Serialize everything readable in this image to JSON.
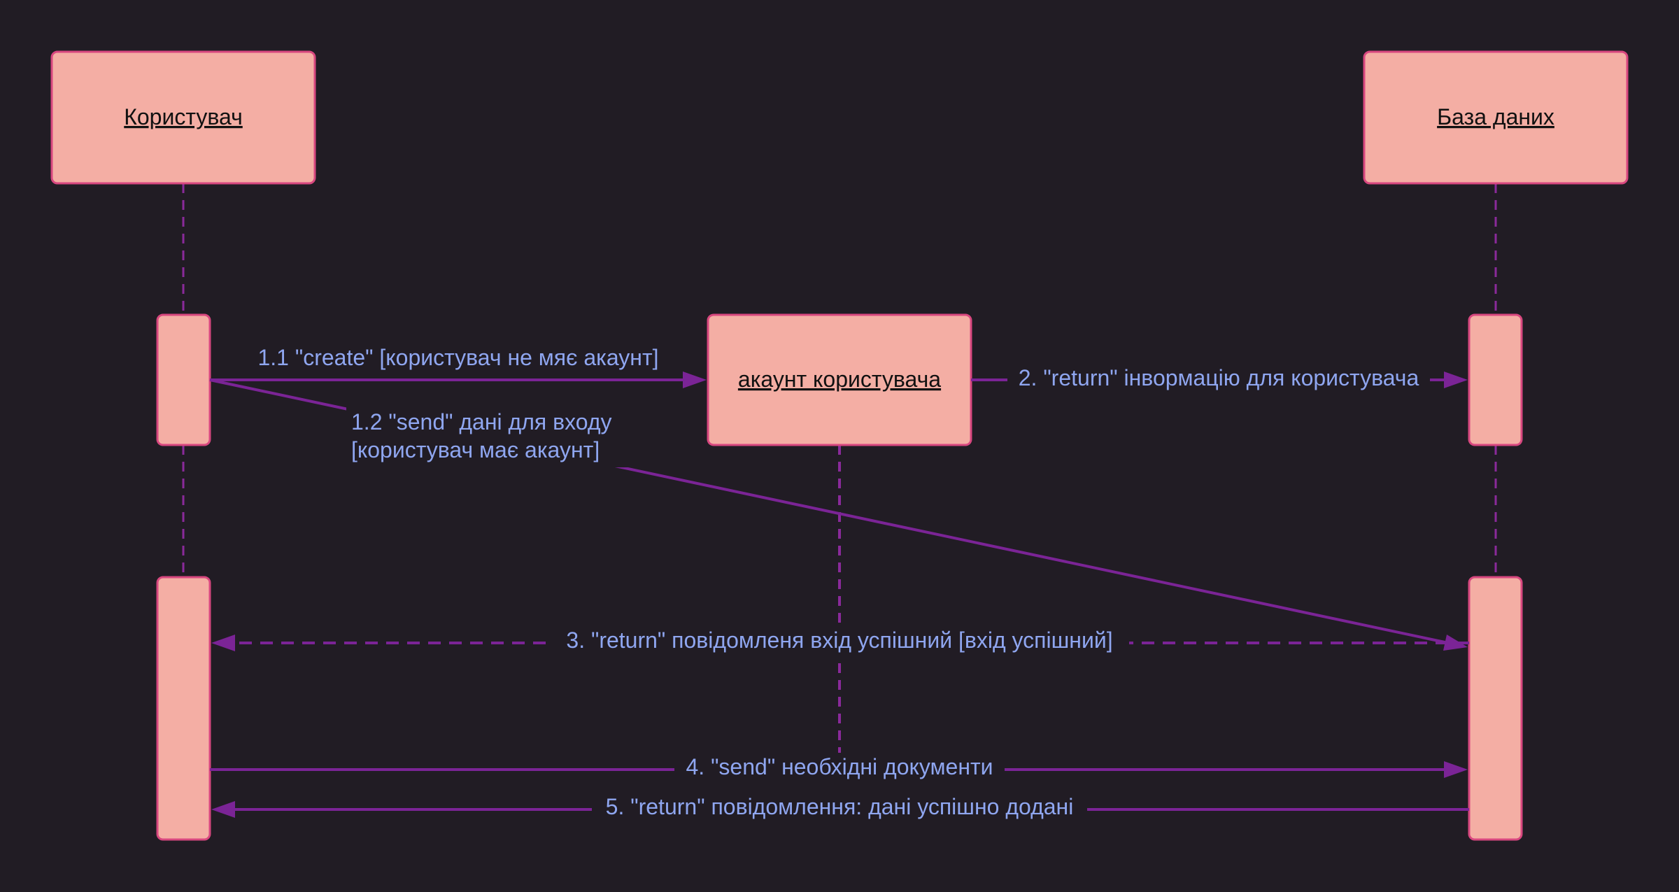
{
  "diagram": {
    "type": "sequence",
    "objects": [
      {
        "id": "user",
        "name": "Користувач"
      },
      {
        "id": "account",
        "name": "акаунт користувача"
      },
      {
        "id": "db",
        "name": "База даних"
      }
    ],
    "messages": [
      {
        "id": "m11",
        "label": "1.1 \"create\" [користувач не мяє акаунт]",
        "from": "user",
        "to": "account",
        "style": "solid"
      },
      {
        "id": "m12",
        "label_lines": [
          "1.2 \"send\" дані для входу",
          "[користувач має акаунт]"
        ],
        "from": "user",
        "to": "db",
        "style": "solid"
      },
      {
        "id": "m2",
        "label": "2. \"return\" інвормацію для користувача",
        "from": "account",
        "to": "db",
        "style": "solid"
      },
      {
        "id": "m3",
        "label": "3. \"return\" повідомленя вхід успішний [вхід успішний]",
        "from": "db",
        "to": "user",
        "style": "dashed"
      },
      {
        "id": "m4",
        "label": "4. \"send\" необхідні документи",
        "from": "user",
        "to": "db",
        "style": "solid"
      },
      {
        "id": "m5",
        "label": "5. \"return\" повідомлення: дані успішно додані",
        "from": "db",
        "to": "user",
        "style": "solid"
      }
    ],
    "colors": {
      "background": "#211c24",
      "box_fill": "#f4aea4",
      "box_border": "#d8477f",
      "arrow": "#7b2496",
      "label_text": "#8fa6f0"
    }
  }
}
